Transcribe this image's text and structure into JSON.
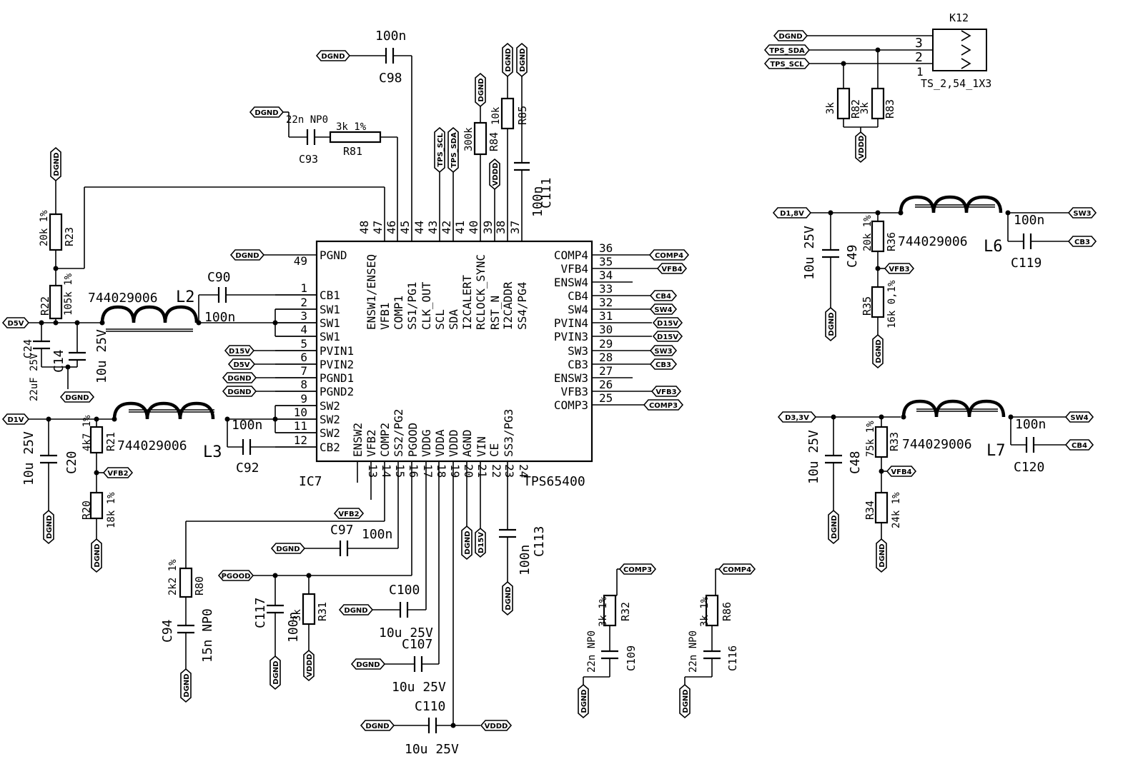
{
  "ic": {
    "ref": "IC7",
    "part": "TPS65400",
    "left": [
      [
        "1",
        "CB1"
      ],
      [
        "2",
        "SW1"
      ],
      [
        "3",
        "SW1"
      ],
      [
        "4",
        "SW1"
      ],
      [
        "5",
        "PVIN1"
      ],
      [
        "6",
        "PVIN2"
      ],
      [
        "7",
        "PGND1"
      ],
      [
        "8",
        "PGND2"
      ],
      [
        "9",
        "SW2"
      ],
      [
        "10",
        "SW2"
      ],
      [
        "11",
        "SW2"
      ],
      [
        "12",
        "CB2"
      ]
    ],
    "pgnd": [
      "49",
      "PGND"
    ],
    "right": [
      [
        "36",
        "COMP4"
      ],
      [
        "35",
        "VFB4"
      ],
      [
        "34",
        "ENSW4"
      ],
      [
        "33",
        "CB4"
      ],
      [
        "32",
        "SW4"
      ],
      [
        "31",
        "PVIN4"
      ],
      [
        "30",
        "PVIN3"
      ],
      [
        "29",
        "SW3"
      ],
      [
        "28",
        "CB3"
      ],
      [
        "27",
        "ENSW3"
      ],
      [
        "26",
        "VFB3"
      ],
      [
        "25",
        "COMP3"
      ]
    ],
    "top": [
      [
        "48",
        "ENSW1/ENSEQ"
      ],
      [
        "47",
        "VFB1"
      ],
      [
        "46",
        "COMP1"
      ],
      [
        "45",
        "SS1/PG1"
      ],
      [
        "44",
        "CLK_OUT"
      ],
      [
        "43",
        "SCL"
      ],
      [
        "42",
        "SDA"
      ],
      [
        "41",
        "I2CALERT"
      ],
      [
        "40",
        "RCLOCK_SYNC"
      ],
      [
        "39",
        "RST_N"
      ],
      [
        "38",
        "I2CADDR"
      ],
      [
        "37",
        "SS4/PG4"
      ]
    ],
    "bottom": [
      [
        "13",
        "ENSW2"
      ],
      [
        "14",
        "VFB2"
      ],
      [
        "15",
        "COMP2"
      ],
      [
        "16",
        "SS2/PG2"
      ],
      [
        "17",
        "PGOOD"
      ],
      [
        "18",
        "VDDG"
      ],
      [
        "19",
        "VDDA"
      ],
      [
        "20",
        "VDDD"
      ],
      [
        "21",
        "AGND"
      ],
      [
        "22",
        "VIN"
      ],
      [
        "23",
        "CE"
      ],
      [
        "24",
        "SS3/PG3"
      ]
    ]
  },
  "tags": {
    "DGND": "DGND",
    "D5V": "D5V",
    "D1V": "D1V",
    "D15V": "D15V",
    "VDDD": "VDDD",
    "PGOOD": "PGOOD",
    "VFB2": "VFB2",
    "VFB3": "VFB3",
    "VFB4": "VFB4",
    "COMP3": "COMP3",
    "COMP4": "COMP4",
    "CB3": "CB3",
    "CB4": "CB4",
    "SW3": "SW3",
    "SW4": "SW4",
    "TPS_SCL": "TPS_SCL",
    "TPS_SDA": "TPS_SDA",
    "D18V": "D1,8V",
    "D33V": "D3,3V"
  },
  "labels": {
    "c98": "C98",
    "c98v": "100n",
    "c93": "C93",
    "c93v": "22n NP0",
    "r81": "R81",
    "r81v": "3k 1%",
    "r84": "R84",
    "r84v": "300k",
    "r85": "R85",
    "r85v": "10k",
    "c111": "C111",
    "c111v": "100n",
    "r23": "R23",
    "r23v": "20k 1%",
    "r22": "R22",
    "r22v": "105k 1%",
    "l2": "L2",
    "l2v": "744029006",
    "c90": "C90",
    "c90v": "100n",
    "c24": "C24",
    "c24v": "22uF 25V",
    "c14": "C14",
    "c14v": "10u 25V",
    "c20": "C20",
    "c20v": "10u 25V",
    "r21": "R21",
    "r21v": "4k7 1%",
    "r20": "R20",
    "r20v": "18k 1%",
    "l3": "L3",
    "l3v": "744029006",
    "c92": "C92",
    "c92v": "100n",
    "c97": "C97",
    "c97v": "100n",
    "r80": "R80",
    "r80v": "2k2 1%",
    "c94": "C94",
    "c94v": "15n NP0",
    "c117": "C117",
    "c117v": "100n",
    "r31": "R31",
    "r31v": "3k",
    "c100": "C100",
    "c100v": "10u 25V",
    "c107": "C107",
    "c107v": "10u 25V",
    "c110": "C110",
    "c110v": "10u 25V",
    "c113": "C113",
    "c113v": "100n",
    "r32": "R32",
    "r32v": "3k 1%",
    "c109": "C109",
    "c109v": "22n NP0",
    "r86": "R86",
    "r86v": "3k 1%",
    "c116": "C116",
    "c116v": "22n NP0",
    "k12": "K12",
    "k12v": "TS_2,54_1X3",
    "k1": "1",
    "k2": "2",
    "k3": "3",
    "r82": "R82",
    "r82v": "3k",
    "r83": "R83",
    "r83v": "3k",
    "c49": "C49",
    "c49v": "10u 25V",
    "r36": "R36",
    "r36v": "20k 1%",
    "r35": "R35",
    "r35v": "16k 0,1%",
    "l6": "L6",
    "l6v": "744029006",
    "c119": "C119",
    "c119v": "100n",
    "c48": "C48",
    "c48v": "10u 25V",
    "r33": "R33",
    "r33v": "75k 1%",
    "r34": "R34",
    "r34v": "24k 1%",
    "l7": "L7",
    "l7v": "744029006",
    "c120": "C120",
    "c120v": "100n"
  }
}
